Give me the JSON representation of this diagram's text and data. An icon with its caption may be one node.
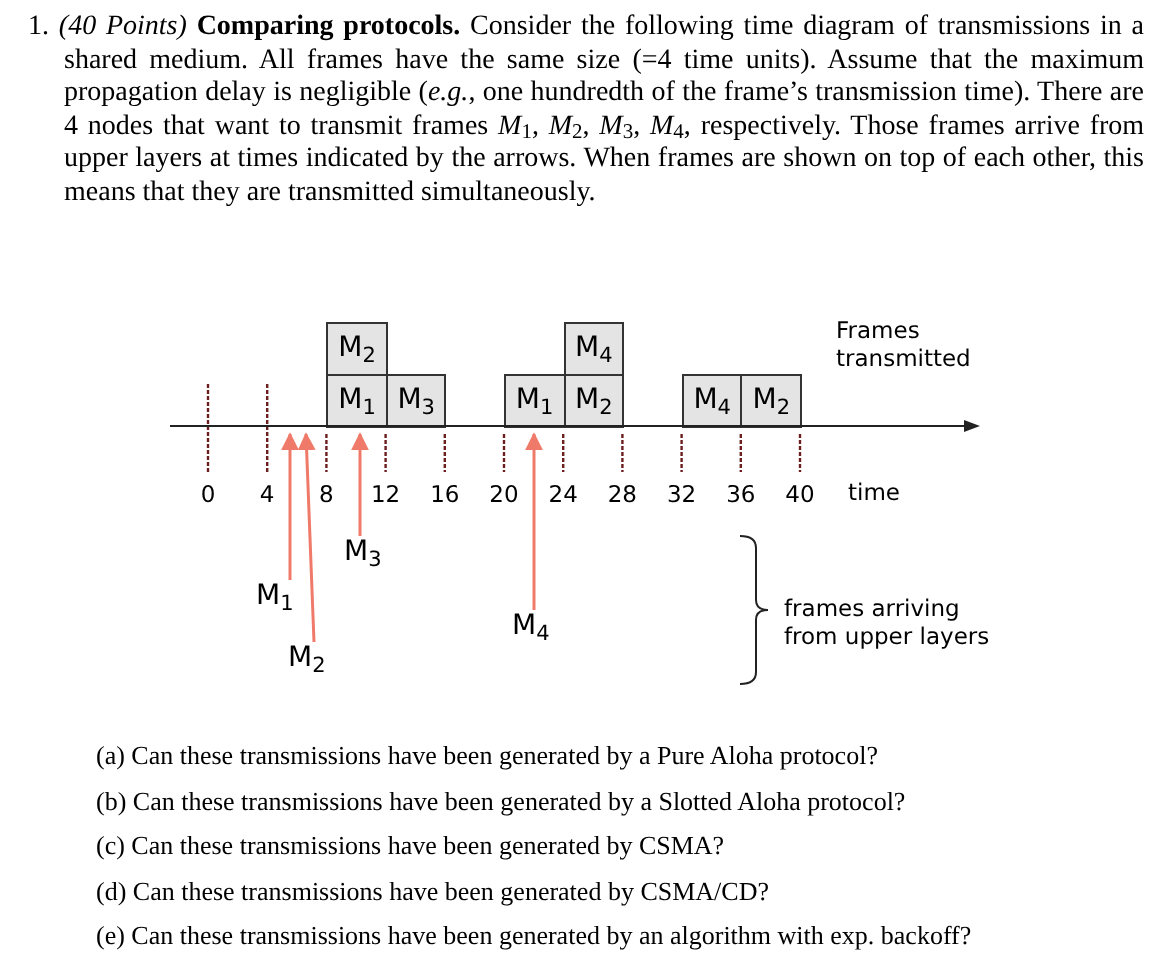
{
  "diagram": {
    "nodes": [
      {
        "text": [
          "M$_{2}$"
        ]
      },
      {
        "text": [
          "M$_{1}$"
        ]
      },
      {
        "text": [
          "M$_{3}$"
        ]
      },
      {
        "text": [
          "M$_{1}$"
        ]
      },
      {
        "text": [
          "M$_{4}$"
        ]
      },
      {
        "text": [
          "M$_{2}$"
        ]
      },
      {
        "text": [
          "M$_{4}$"
        ]
      },
      {
        "text": [
          "M$_{2}$"
        ]
      },
      {
        "text": [
          "M$_{1}$"
        ]
      },
      {
        "text": [
          "M$_{2}$"
        ]
      },
      {
        "text": [
          "M$_{3}$"
        ]
      },
      {
        "text": [
          "M$_{4}$"
        ]
      },
      {
        "text": [],
        "shape": "line"
      }
    ],
    "edges": [
      {
        "from": 8,
        "to": 12,
        "arrow": "to"
      },
      {
        "from": 9,
        "to": 12,
        "arrow": "to"
      },
      {
        "from": 10,
        "to": 12,
        "arrow": "to"
      },
      {
        "from": 11,
        "to": 12,
        "arrow": "to"
      }
    ],
    "labels": [
      "1. *(40 Points)* **Comparing protocols.** Consider the following time diagram of transmissions in a shared medium. All frames have the same size (=4 time units). Assume that the maximum propagation delay is negligible (*e.g.*, one hundredth of the frame’s transmission time). There are 4 nodes that want to transmit frames *M*$_{1}$, *M*$_{2}$, *M*$_{3}$, *M*$_{4}$, respectively. Those frames arrive from upper layers at times indicated by the arrows. When frames are shown on top of each other, this means that they are transmitted simultaneously.",
      "0",
      "4",
      "8",
      "12",
      "16",
      "20",
      "24",
      "28",
      "32",
      "36",
      "40",
      "time",
      "Frames transmitted",
      "frames arriving from upper layers",
      "(a) Can these transmissions have been generated by a Pure Aloha protocol?",
      "(b) Can these transmissions have been generated by a Slotted Aloha protocol?",
      "(c) Can these transmissions have been generated by CSMA?",
      "(d) Can these transmissions have been generated by CSMA/CD?",
      "(e) Can these transmissions have been generated by an algorithm with exp. backoff?"
    ]
  }
}
